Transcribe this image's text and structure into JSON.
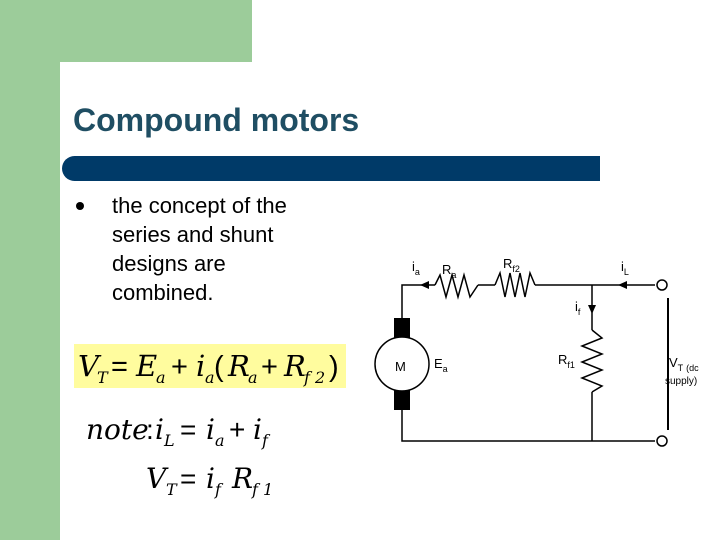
{
  "slide": {
    "title": "Compound motors",
    "bullets": [
      {
        "lines": [
          "the concept of the",
          "series and shunt",
          "designs are",
          "combined."
        ]
      }
    ]
  },
  "equations": {
    "eq1": {
      "lhs": "V_T",
      "rhs": "E_a + i_a(R_a + R_f2)"
    },
    "eq2": {
      "label": "note :",
      "lhs": "i_L",
      "rhs": "i_a + i_f"
    },
    "eq3": {
      "lhs": "V_T",
      "rhs": "i_f R_f1"
    }
  },
  "circuit": {
    "ia": {
      "main": "i",
      "sub": "a"
    },
    "Ra": {
      "main": "R",
      "sub": "a"
    },
    "Rf2": {
      "main": "R",
      "sub": "f2"
    },
    "iL": {
      "main": "i",
      "sub": "L"
    },
    "if": {
      "main": "i",
      "sub": "f"
    },
    "motor": "M",
    "Ea": {
      "main": "E",
      "sub": "a"
    },
    "Rf1": {
      "main": "R",
      "sub": "f1"
    },
    "VT": {
      "main": "V",
      "sub": "T",
      "note": "(dc",
      "note2": "supply)"
    }
  },
  "colors": {
    "green": "#9ccc9a",
    "navy": "#003a68",
    "title": "#1f4e63",
    "highlight": "#fffc9e"
  }
}
